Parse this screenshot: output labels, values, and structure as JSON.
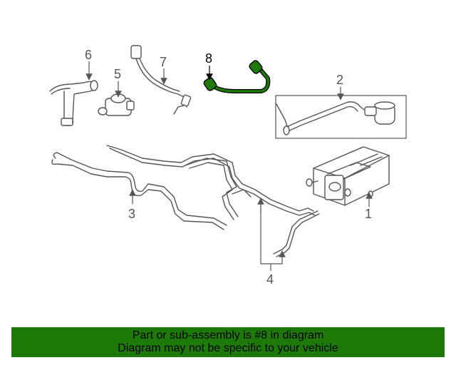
{
  "diagram": {
    "callouts": [
      "1",
      "2",
      "3",
      "4",
      "5",
      "6",
      "7",
      "8"
    ],
    "highlight_callout": "8",
    "highlight_color": "#1d7a06"
  },
  "banner": {
    "line1": "Part or sub-assembly is #8 in diagram",
    "line2": "Diagram may not be specific to your vehicle",
    "background": "#1d7a06"
  }
}
